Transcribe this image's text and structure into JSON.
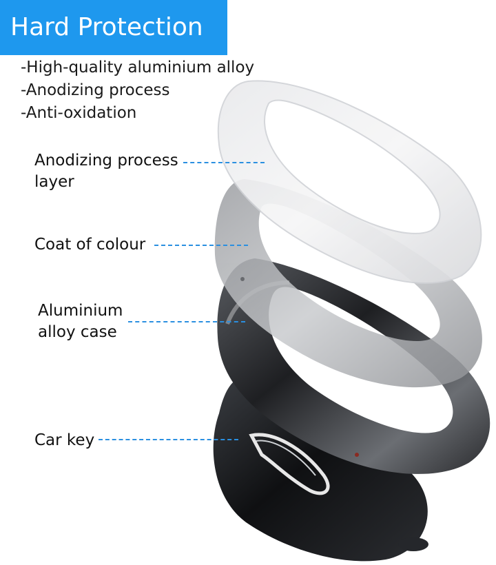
{
  "banner": {
    "title": "Hard Protection",
    "color": "#1e98ee"
  },
  "features": [
    "-High-quality aluminium alloy",
    "-Anodizing process",
    "-Anti-oxidation"
  ],
  "callouts": [
    {
      "line1": "Anodizing process",
      "line2": "layer"
    },
    {
      "line1": "Coat of colour"
    },
    {
      "line1": "Aluminium",
      "line2": "alloy case"
    },
    {
      "line1": "Car key"
    }
  ],
  "leader_color": "#2a8fe0"
}
